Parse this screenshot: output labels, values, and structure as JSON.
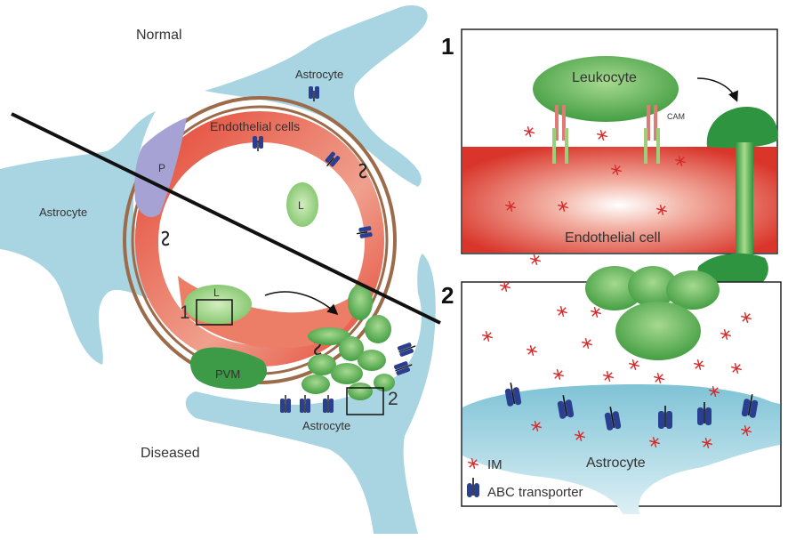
{
  "labels": {
    "normal": "Normal",
    "diseased": "Diseased",
    "astrocyte_top": "Astrocyte",
    "astrocyte_left": "Astrocyte",
    "astrocyte_bottom": "Astrocyte",
    "endothelial_cells": "Endothelial cells",
    "pericyte": "P",
    "leukocyte_lumen": "L",
    "leukocyte_box1": "L",
    "pvm": "PVM",
    "box1_number": "1",
    "box2_number": "2"
  },
  "panel1": {
    "number": "1",
    "leukocyte": "Leukocyte",
    "cam": "CAM",
    "endothelial_cell": "Endothelial cell"
  },
  "panel2": {
    "number": "2",
    "astrocyte": "Astrocyte"
  },
  "legend": {
    "im": "IM",
    "abc": "ABC transporter"
  },
  "colors": {
    "astrocyte": "#a9d5e3",
    "endothelium": "#e2503d",
    "basement_membrane": "#9b6b4a",
    "pericyte": "#a6a3d4",
    "leukocyte": "#4fa64a",
    "leukocyte_light": "#a5d48f",
    "transporter": "#2a3f8f",
    "im": "#d62a2a",
    "cam_red": "#e07a75",
    "cam_green": "#9ccf7a"
  }
}
